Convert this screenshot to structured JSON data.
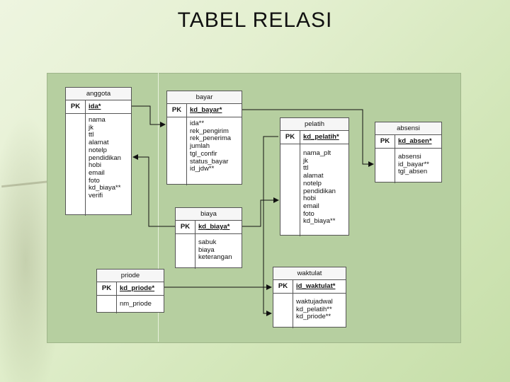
{
  "title": "TABEL RELASI",
  "pk_label": "PK",
  "tables": {
    "anggota": {
      "name": "anggota",
      "key": "ida*",
      "fields": [
        "nama",
        "jk",
        "ttl",
        "alamat",
        "notelp",
        "pendidikan",
        "hobi",
        "email",
        "foto",
        "kd_biaya**",
        "verifi"
      ]
    },
    "bayar": {
      "name": "bayar",
      "key": "kd_bayar*",
      "fields": [
        "ida**",
        "rek_pengirim",
        "rek_penerima",
        "jumlah",
        "tgl_confir",
        "status_bayar",
        "id_jdw**"
      ]
    },
    "pelatih": {
      "name": "pelatih",
      "key": "kd_pelatih*",
      "fields": [
        "nama_plt",
        "jk",
        "ttl",
        "alamat",
        "notelp",
        "pendidikan",
        "hobi",
        "email",
        "foto",
        "kd_biaya**"
      ]
    },
    "absensi": {
      "name": "absensi",
      "key": "kd_absen*",
      "fields": [
        "absensi",
        "id_bayar**",
        "tgl_absen"
      ]
    },
    "biaya": {
      "name": "biaya",
      "key": "kd_biaya*",
      "fields": [
        "sabuk",
        "biaya",
        "keterangan"
      ]
    },
    "priode": {
      "name": "priode",
      "key": "kd_priode*",
      "fields": [
        "nm_priode"
      ]
    },
    "waktulat": {
      "name": "waktulat",
      "key": "id_waktulat*",
      "fields": [
        "waktujadwal",
        "kd_pelatih**",
        "kd_priode**"
      ]
    }
  }
}
